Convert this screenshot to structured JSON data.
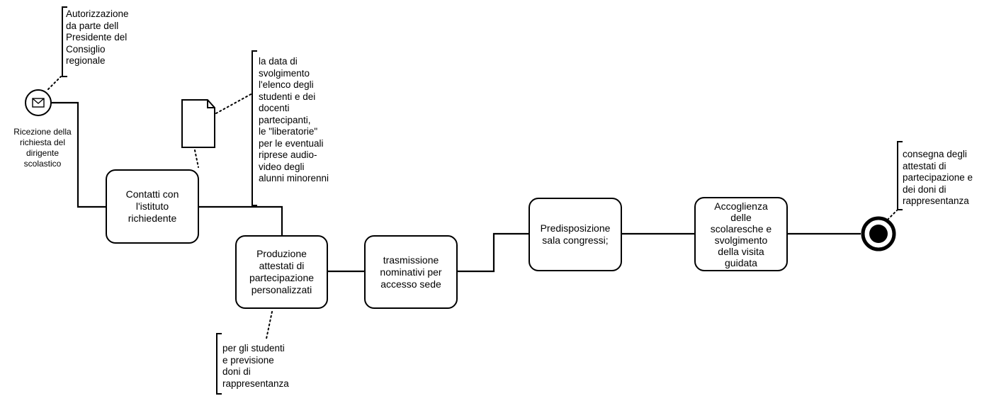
{
  "diagram": {
    "start_event": {
      "icon": "envelope-icon",
      "label": "Ricezione della\nrichiesta del\ndirigente\nscolastico"
    },
    "end_event": {
      "icon": "terminate-end-event-icon"
    },
    "data_object": {
      "icon": "document-icon"
    },
    "tasks": {
      "contatti": "Contatti con\nl'istituto\nrichiedente",
      "produzione": "Produzione\nattestati di\npartecipazione\npersonalizzati",
      "trasmissione": "trasmissione\nnominativi per\naccesso sede",
      "predisposizione": "Predisposizione\nsala congressi;",
      "accoglienza": "Accoglienza\ndelle\nscolaresche e\nsvolgimento\ndella visita\nguidata"
    },
    "annotations": {
      "autorizzazione": "Autorizzazione\nda parte dell\nPresidente del\nConsiglio\nregionale",
      "data": "la data di\nsvolgimento\nl'elenco degli\nstudenti e dei\ndocenti\npartecipanti,\nle \"liberatorie\"\nper le eventuali\nriprese audio-\nvideo degli\nalunni minorenni",
      "doni": "per gli studenti\ne previsione\ndoni di\nrappresentanza",
      "consegna": "consegna degli\nattestati di\npartecipazione e\ndei doni di\nrappresentanza"
    }
  },
  "colors": {
    "stroke": "#000000",
    "fill": "#ffffff"
  }
}
